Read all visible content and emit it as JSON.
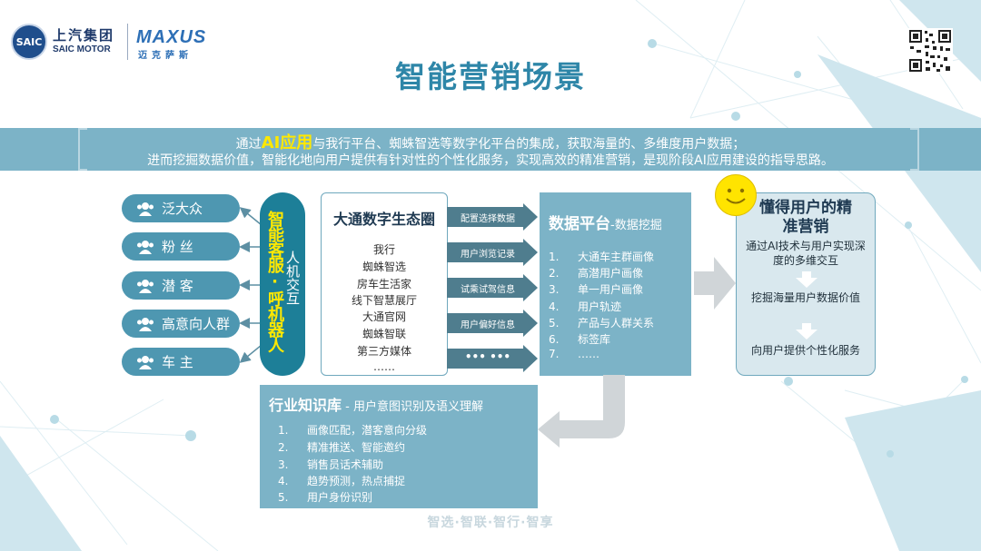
{
  "header": {
    "saic_badge": "SAIC",
    "saic_cn": "上汽集团",
    "saic_en": "SAIC MOTOR",
    "maxus_en": "MAXUS",
    "maxus_cn": "迈克萨斯",
    "title": "智能营销场景"
  },
  "banner": {
    "line1_prefix": "通过",
    "line1_highlight": "AI应用",
    "line1_suffix": "与我行平台、蜘蛛智选等数字化平台的集成，获取海量的、多维度用户数据；",
    "line2": "进而挖掘数据价值，智能化地向用户提供有针对性的个性化服务，实现高效的精准营销，是现阶段AI应用建设的指导思路。"
  },
  "audience": [
    "泛大众",
    "粉 丝",
    "潜 客",
    "高意向人群",
    "车 主"
  ],
  "chatbot": {
    "title": "智能客服·呼机器人",
    "subtitle": "人机交互"
  },
  "ecosystem": {
    "title": "大通数字生态圈",
    "items": [
      "我行",
      "蜘蛛智选",
      "房车生活家",
      "线下智慧展厅",
      "大通官网",
      "蜘蛛智联",
      "第三方媒体",
      "……"
    ]
  },
  "data_flows": [
    "配置选择数据",
    "用户浏览记录",
    "试乘试驾信息",
    "用户偏好信息",
    "••• •••"
  ],
  "platform": {
    "title": "数据平台",
    "subtitle": "-数据挖掘",
    "items": [
      {
        "n": "1.",
        "text": "大通车主群画像"
      },
      {
        "n": "2.",
        "text": "高潜用户画像"
      },
      {
        "n": "3.",
        "text": "单一用户画像"
      },
      {
        "n": "4.",
        "text": "用户轨迹"
      },
      {
        "n": "5.",
        "text": "产品与人群关系"
      },
      {
        "n": "6.",
        "text": "标签库"
      },
      {
        "n": "7.",
        "text": "……"
      }
    ]
  },
  "precision": {
    "title_line1": "懂得用户的精",
    "title_line2": "准营销",
    "steps": [
      "通过AI技术与用户实现深度的多维交互",
      "挖掘海量用户数据价值",
      "向用户提供个性化服务"
    ]
  },
  "industry": {
    "title": "行业知识库",
    "subtitle": " - 用户意图识别及语义理解",
    "items": [
      {
        "n": "1.",
        "text": "画像匹配，潜客意向分级"
      },
      {
        "n": "2.",
        "text": "精准推送、智能邀约"
      },
      {
        "n": "3.",
        "text": "销售员话术辅助"
      },
      {
        "n": "4.",
        "text": "趋势预测，热点捕捉"
      },
      {
        "n": "5.",
        "text": "用户身份识别"
      }
    ]
  },
  "footer": "智选·智联·智行·智享",
  "colors": {
    "title": "#2e86a8",
    "banner": "#7cb3c7",
    "highlight": "#ffe800",
    "capsule": "#1d7f98",
    "pill": "#4e97b1",
    "arrow": "#4f7d8e"
  }
}
